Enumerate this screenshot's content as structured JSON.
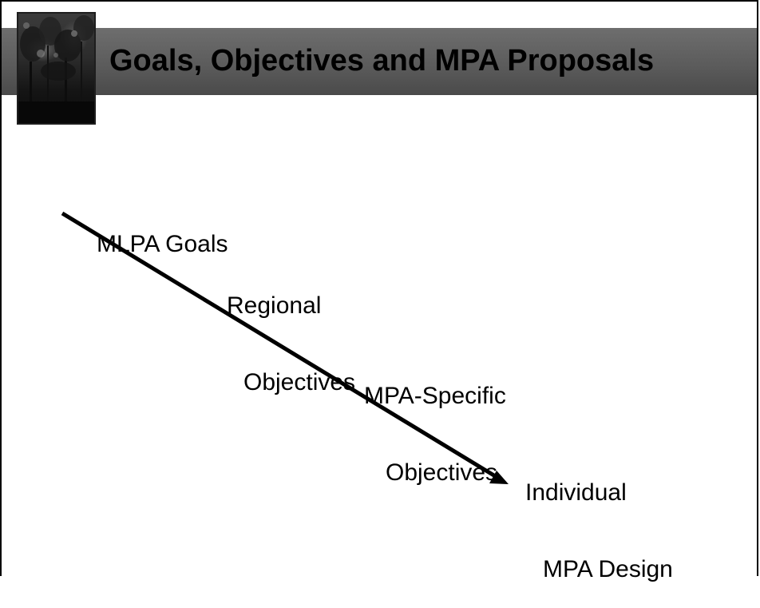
{
  "slide": {
    "title": "Goals, Objectives and MPA Proposals"
  },
  "diagram": {
    "stages": [
      {
        "lines": [
          "MLPA Goals"
        ]
      },
      {
        "lines": [
          "Regional",
          "Objectives"
        ]
      },
      {
        "lines": [
          "MPA-Specific",
          "Objectives"
        ]
      },
      {
        "lines": [
          "Individual",
          "MPA Design"
        ]
      }
    ]
  },
  "colors": {
    "title_band": "#5f5f5f",
    "text": "#000000",
    "arrow": "#000000"
  },
  "icons": {
    "photo": "forest-silhouette-photo",
    "arrow": "diagonal-down-right-arrow"
  }
}
